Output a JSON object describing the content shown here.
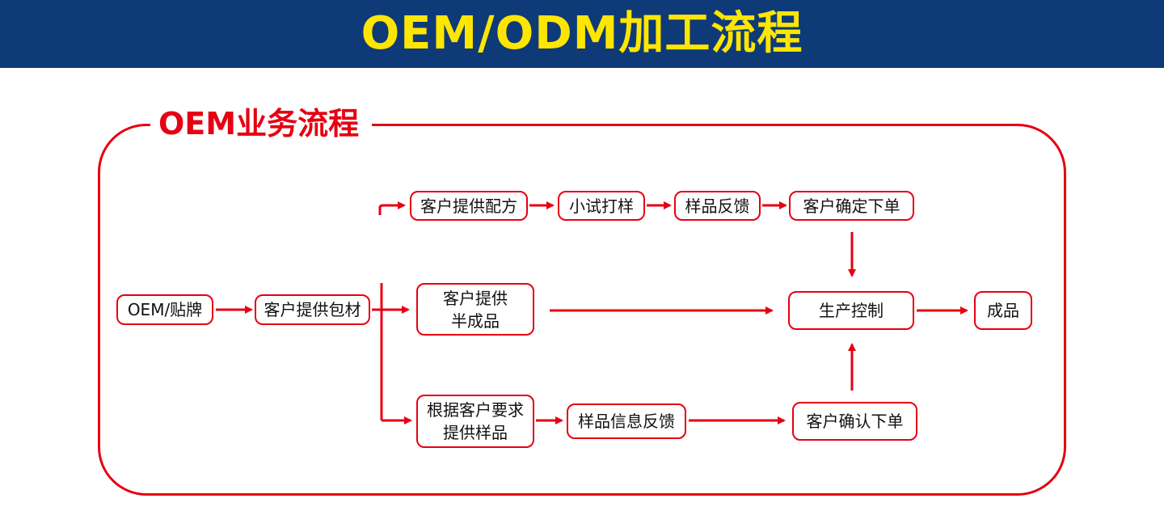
{
  "header": {
    "title": "OEM/ODM加工流程"
  },
  "section": {
    "title": "OEM业务流程"
  },
  "nodes": {
    "oem_brand": "OEM/贴牌",
    "customer_packaging": "客户提供包材",
    "customer_formula": "客户提供配方",
    "trial_sample": "小试打样",
    "sample_feedback": "样品反馈",
    "customer_confirm_order_top": "客户确定下单",
    "customer_semi_line1": "客户提供",
    "customer_semi_line2": "半成品",
    "production_control": "生产控制",
    "finished_product": "成品",
    "sample_by_request_line1": "根据客户要求",
    "sample_by_request_line2": "提供样品",
    "sample_info_feedback": "样品信息反馈",
    "customer_confirm_order_bottom": "客户确认下单"
  },
  "colors": {
    "banner_bg": "#0e3a78",
    "banner_text": "#ffe600",
    "accent": "#e60012"
  }
}
